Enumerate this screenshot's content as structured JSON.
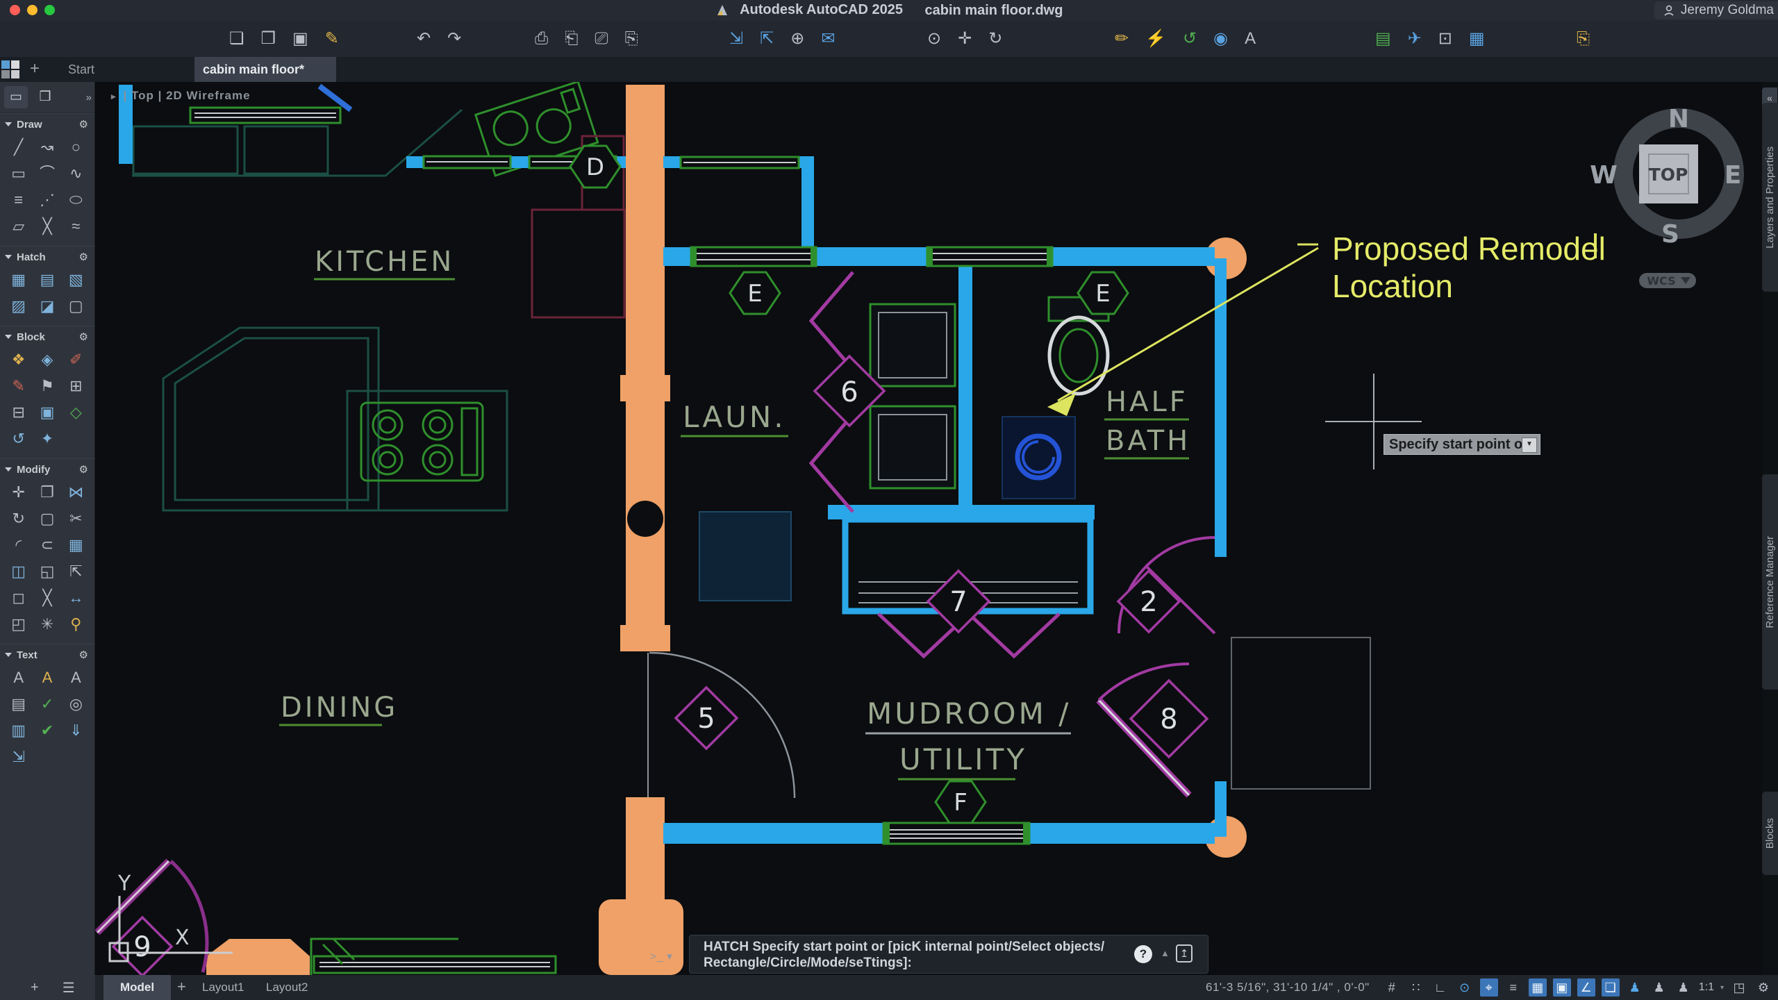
{
  "window": {
    "title_app": "Autodesk AutoCAD 2025",
    "title_doc": "cabin main floor.dwg",
    "user": "Jeremy Goldma"
  },
  "doc_tabs": {
    "start": "Start",
    "active": "cabin main floor*",
    "new_tab": "+"
  },
  "viewport": {
    "menu": "▸",
    "label": "|  Top  |  2D Wireframe"
  },
  "toolbar": {
    "groups": [
      [
        {
          "name": "new-file-icon",
          "glyph": "❏"
        },
        {
          "name": "open-file-icon",
          "glyph": "❒"
        },
        {
          "name": "save-icon",
          "glyph": "▣"
        },
        {
          "name": "save-as-icon",
          "glyph": "✎",
          "tint": "t-yellow"
        }
      ],
      [
        {
          "name": "undo-icon",
          "glyph": "↶"
        },
        {
          "name": "redo-icon",
          "glyph": "↷"
        }
      ],
      [
        {
          "name": "plot-icon",
          "glyph": "⎙"
        },
        {
          "name": "plot-preview-icon",
          "glyph": "⎗"
        },
        {
          "name": "page-setup-icon",
          "glyph": "⎚"
        },
        {
          "name": "publish-icon",
          "glyph": "⎘"
        }
      ],
      [
        {
          "name": "import-icon",
          "glyph": "⇲",
          "tint": "t-blue"
        },
        {
          "name": "export-icon",
          "glyph": "⇱",
          "tint": "t-blue"
        },
        {
          "name": "attach-reference-icon",
          "glyph": "⊕"
        },
        {
          "name": "etransmit-icon",
          "glyph": "✉",
          "tint": "t-blue"
        }
      ],
      [
        {
          "name": "zoom-window-icon",
          "glyph": "⊙"
        },
        {
          "name": "pan-icon",
          "glyph": "✛"
        },
        {
          "name": "orbit-icon",
          "glyph": "↻"
        }
      ],
      [
        {
          "name": "edit-plot-style-icon",
          "glyph": "✏",
          "tint": "t-yellow"
        },
        {
          "name": "quick-select-icon",
          "glyph": "⚡",
          "tint": "t-yellow"
        },
        {
          "name": "data-refresh-icon",
          "glyph": "↺",
          "tint": "t-green"
        },
        {
          "name": "point-cloud-icon",
          "glyph": "◉",
          "tint": "t-blue"
        },
        {
          "name": "markup-import-icon",
          "glyph": "A"
        }
      ],
      [
        {
          "name": "layer-properties-icon",
          "glyph": "▤",
          "tint": "t-green"
        },
        {
          "name": "share-drawing-icon",
          "glyph": "✈",
          "tint": "t-blue"
        },
        {
          "name": "system-monitor-icon",
          "glyph": "⊡"
        },
        {
          "name": "layout-viewport-icon",
          "glyph": "▦",
          "tint": "t-blue"
        }
      ],
      [
        {
          "name": "paste-icon",
          "glyph": "⎘",
          "tint": "t-yellow"
        }
      ]
    ]
  },
  "palette": {
    "sections": [
      {
        "label": "Draw",
        "icons": [
          {
            "name": "line-icon",
            "glyph": "╱"
          },
          {
            "name": "polyline-icon",
            "glyph": "↝"
          },
          {
            "name": "circle-icon",
            "glyph": "○"
          },
          {
            "name": "rectangle-icon",
            "glyph": "▭"
          },
          {
            "name": "arc-icon",
            "glyph": "⌒"
          },
          {
            "name": "spline-icon",
            "glyph": "∿"
          },
          {
            "name": "multiline-icon",
            "glyph": "≡"
          },
          {
            "name": "measure-icon",
            "glyph": "⋰"
          },
          {
            "name": "ellipse-icon",
            "glyph": "⬭"
          },
          {
            "name": "polygon-icon",
            "glyph": "▱"
          },
          {
            "name": "xline-icon",
            "glyph": "╳"
          },
          {
            "name": "revision-cloud-icon",
            "glyph": "≈"
          }
        ]
      },
      {
        "label": "Hatch",
        "icons": [
          {
            "name": "hatch-icon",
            "glyph": "▦",
            "tint": "blue"
          },
          {
            "name": "hatch-pick-icon",
            "glyph": "▤",
            "tint": "blue"
          },
          {
            "name": "gradient-icon",
            "glyph": "▧",
            "tint": "blue"
          },
          {
            "name": "boundary-icon",
            "glyph": "▨",
            "tint": "blue"
          },
          {
            "name": "solid-fill-icon",
            "glyph": "◪",
            "tint": "blue"
          },
          {
            "name": "hatch-edit-icon",
            "glyph": "▢"
          }
        ]
      },
      {
        "label": "Block",
        "icons": [
          {
            "name": "insert-block-icon",
            "glyph": "❖",
            "tint": "yellow"
          },
          {
            "name": "create-block-icon",
            "glyph": "◈",
            "tint": "blue"
          },
          {
            "name": "write-block-icon",
            "glyph": "✐",
            "tint": "red"
          },
          {
            "name": "edit-block-icon",
            "glyph": "✎",
            "tint": "red"
          },
          {
            "name": "define-attribute-icon",
            "glyph": "⚑"
          },
          {
            "name": "edit-attribute-icon",
            "glyph": "⊞"
          },
          {
            "name": "sync-attribute-icon",
            "glyph": "⊟"
          },
          {
            "name": "set-base-point-icon",
            "glyph": "▣",
            "tint": "blue"
          },
          {
            "name": "replace-block-icon",
            "glyph": "◇",
            "tint": "green"
          },
          {
            "name": "reload-block-icon",
            "glyph": "↺",
            "tint": "blue"
          },
          {
            "name": "block-editor-icon",
            "glyph": "✦",
            "tint": "blue"
          }
        ]
      },
      {
        "label": "Modify",
        "icons": [
          {
            "name": "move-icon",
            "glyph": "✛"
          },
          {
            "name": "copy-icon",
            "glyph": "❐"
          },
          {
            "name": "mirror-icon",
            "glyph": "⋈",
            "tint": "blue"
          },
          {
            "name": "rotate-icon",
            "glyph": "↻"
          },
          {
            "name": "select-icon",
            "glyph": "▢"
          },
          {
            "name": "trim-icon",
            "glyph": "✂"
          },
          {
            "name": "fillet-icon",
            "glyph": "◜"
          },
          {
            "name": "offset-icon",
            "glyph": "⊂"
          },
          {
            "name": "array-icon",
            "glyph": "▦",
            "tint": "blue"
          },
          {
            "name": "extrude-icon",
            "glyph": "◫",
            "tint": "blue"
          },
          {
            "name": "scale-icon",
            "glyph": "◱"
          },
          {
            "name": "stretch-icon",
            "glyph": "⇱"
          },
          {
            "name": "break-icon",
            "glyph": "◻"
          },
          {
            "name": "break-at-point-icon",
            "glyph": "╳"
          },
          {
            "name": "join-icon",
            "glyph": "↔",
            "tint": "blue"
          },
          {
            "name": "align-icon",
            "glyph": "◰"
          },
          {
            "name": "explode-icon",
            "glyph": "✳"
          },
          {
            "name": "cleanup-broom-icon",
            "glyph": "⚲",
            "tint": "yellow"
          }
        ]
      },
      {
        "label": "Text",
        "icons": [
          {
            "name": "single-line-text-icon",
            "glyph": "A"
          },
          {
            "name": "edit-text-icon",
            "glyph": "A",
            "tint": "yellow"
          },
          {
            "name": "multiline-text-icon",
            "glyph": "A"
          },
          {
            "name": "text-style-icon",
            "glyph": "▤"
          },
          {
            "name": "spell-check-icon",
            "glyph": "✓",
            "tint": "green"
          },
          {
            "name": "find-text-icon",
            "glyph": "◎"
          },
          {
            "name": "text-background-icon",
            "glyph": "▥",
            "tint": "blue"
          },
          {
            "name": "justify-text-icon",
            "glyph": "✔",
            "tint": "green"
          },
          {
            "name": "import-pdf-text-icon",
            "glyph": "⇓",
            "tint": "blue"
          },
          {
            "name": "export-pdf-text-icon",
            "glyph": "⇲",
            "tint": "blue"
          }
        ]
      }
    ],
    "footer": [
      {
        "name": "add-palette-icon",
        "glyph": "+"
      },
      {
        "name": "justify-lines-icon",
        "glyph": "☰"
      }
    ]
  },
  "plan": {
    "rooms": {
      "kitchen": "KITCHEN",
      "laundry": "LAUN.",
      "half_bath_1": "HALF",
      "half_bath_2": "BATH",
      "dining": "DINING",
      "mudroom_1": "MUDROOM /",
      "mudroom_2": "UTILITY"
    },
    "tags": {
      "d": "D",
      "e1": "E",
      "e2": "E",
      "f": "F"
    },
    "doors": {
      "n2": "2",
      "n5": "5",
      "n6": "6",
      "n7": "7",
      "n8": "8",
      "n9": "9"
    },
    "ucs": {
      "x": "X",
      "y": "Y"
    }
  },
  "annotation": {
    "line1": "Proposed Remodel",
    "line2": "Location",
    "color": "#e5eb68"
  },
  "tooltip": {
    "text": "Specify start point or"
  },
  "viewcube": {
    "n": "N",
    "s": "S",
    "e": "E",
    "w": "W",
    "top": "TOP",
    "wcs": "WCS"
  },
  "side_tabs": [
    {
      "name": "layers-properties-tab",
      "label": "Layers and Properties"
    },
    {
      "name": "reference-manager-tab",
      "label": "Reference Manager"
    },
    {
      "name": "blocks-tab",
      "label": "Blocks"
    }
  ],
  "command": {
    "prompt": ">_ ▾",
    "line1": "HATCH Specify start point or [picK internal point/Select objects/",
    "line2": "Rectangle/Circle/Mode/seTtings]:",
    "help": "?",
    "share": "↥"
  },
  "statusbar": {
    "model": "Model",
    "add": "+",
    "layout1": "Layout1",
    "layout2": "Layout2",
    "coords": "61'-3 5/16\",  31'-10 1/4\" ,  0'-0\"",
    "scale": "1:1",
    "icons": [
      {
        "name": "grid-display-icon",
        "glyph": "#"
      },
      {
        "name": "snap-mode-icon",
        "glyph": "∷"
      },
      {
        "name": "ortho-mode-icon",
        "glyph": "∟"
      },
      {
        "name": "polar-tracking-icon",
        "glyph": "⊙",
        "cls": "blu"
      },
      {
        "name": "object-snap-icon",
        "glyph": "⌖",
        "cls": "on"
      },
      {
        "name": "lineweight-icon",
        "glyph": "≡"
      },
      {
        "name": "transparency-icon",
        "glyph": "▦",
        "cls": "on"
      },
      {
        "name": "selection-cycling-icon",
        "glyph": "▣",
        "cls": "on"
      },
      {
        "name": "isometric-drafting-icon",
        "glyph": "∠",
        "cls": "on"
      },
      {
        "name": "annotation-monitor-icon",
        "glyph": "❏",
        "cls": "on"
      },
      {
        "name": "annotation-visibility-icon",
        "glyph": "♟",
        "cls": "blu"
      },
      {
        "name": "auto-scale-icon",
        "glyph": "♟"
      },
      {
        "name": "annotation-scale-icon",
        "glyph": "♟"
      }
    ],
    "icons_right": [
      {
        "name": "isolate-objects-icon",
        "glyph": "◳"
      },
      {
        "name": "customization-gear-icon",
        "glyph": "⚙"
      }
    ]
  },
  "colors": {
    "accent_blue": "#2aa7e8",
    "wall_orange": "#efa167",
    "cad_green": "#2f8f2c",
    "door_magenta": "#a23aa2",
    "annotation_yellow": "#e5eb68"
  }
}
